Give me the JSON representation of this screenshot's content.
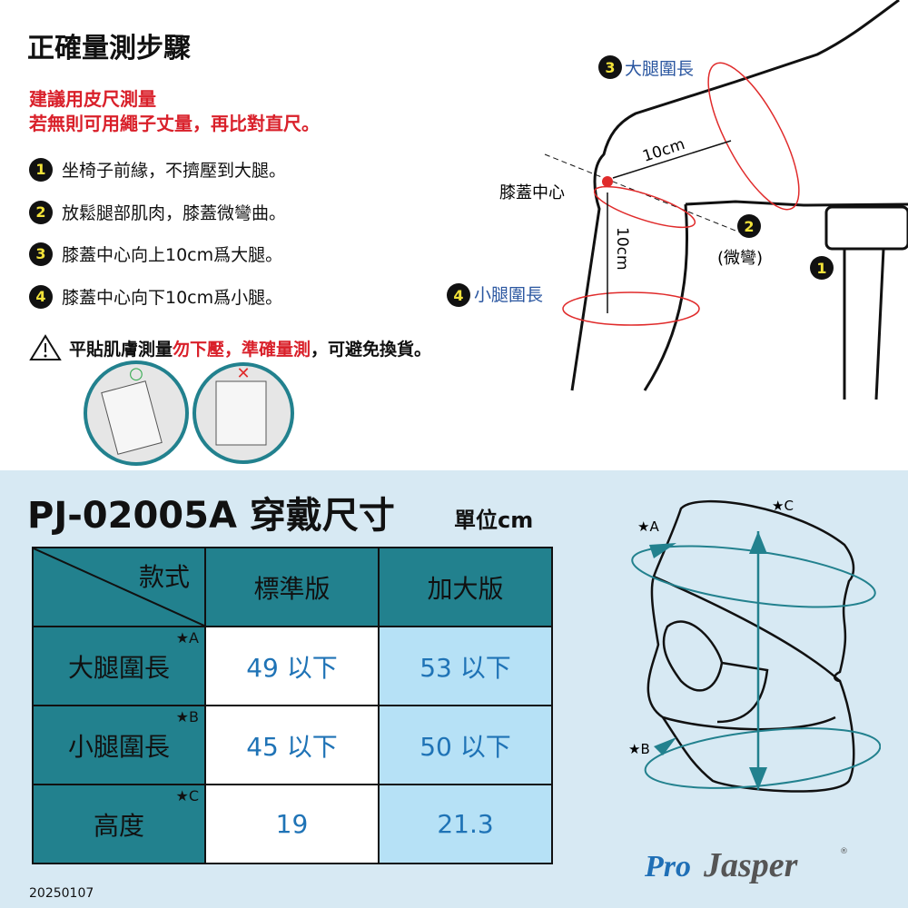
{
  "guide": {
    "title": "正確量測步驟",
    "advice": [
      "建議用皮尺測量",
      "若無則可用繩子丈量，再比對直尺。"
    ],
    "steps": [
      {
        "num": "1",
        "text": "坐椅子前緣，不擠壓到大腿。"
      },
      {
        "num": "2",
        "text": "放鬆腿部肌肉，膝蓋微彎曲。"
      },
      {
        "num": "3",
        "text": "膝蓋中心向上10cm爲大腿。"
      },
      {
        "num": "4",
        "text": "膝蓋中心向下10cm爲小腿。"
      }
    ],
    "warning": {
      "pre": "平貼肌膚測量",
      "red": "勿下壓，準確量測",
      "post": "，可避免換貨。"
    },
    "correct_mark": "○",
    "wrong_mark": "✕"
  },
  "diagram": {
    "thigh_label": "大腿圍長",
    "thigh_num": "3",
    "calf_label": "小腿圍長",
    "calf_num": "4",
    "knee_center": "膝蓋中心",
    "distance_up": "10cm",
    "distance_down": "10cm",
    "bend_num": "2",
    "bend_label": "(微彎)",
    "chair_num": "1",
    "accent_red": "#e02b2b"
  },
  "size": {
    "title": "PJ-02005A 穿戴尺寸",
    "unit": "單位cm",
    "corner_header": "款式",
    "columns": [
      "標準版",
      "加大版"
    ],
    "rows": [
      {
        "label": "大腿圍長",
        "mark": "★A",
        "values": [
          "49 以下",
          "53 以下"
        ]
      },
      {
        "label": "小腿圍長",
        "mark": "★B",
        "values": [
          "45 以下",
          "50 以下"
        ]
      },
      {
        "label": "高度",
        "mark": "★C",
        "values": [
          "19",
          "21.3"
        ]
      }
    ],
    "colors": {
      "header": "#22818e",
      "standard": "#ffffff",
      "large": "#b6e1f6",
      "value_text": "#1f73b6"
    }
  },
  "brace": {
    "mark_a": "★A",
    "mark_b": "★B",
    "mark_c": "★C"
  },
  "brand": {
    "logo": "ProJasper®"
  },
  "date": "20250107"
}
